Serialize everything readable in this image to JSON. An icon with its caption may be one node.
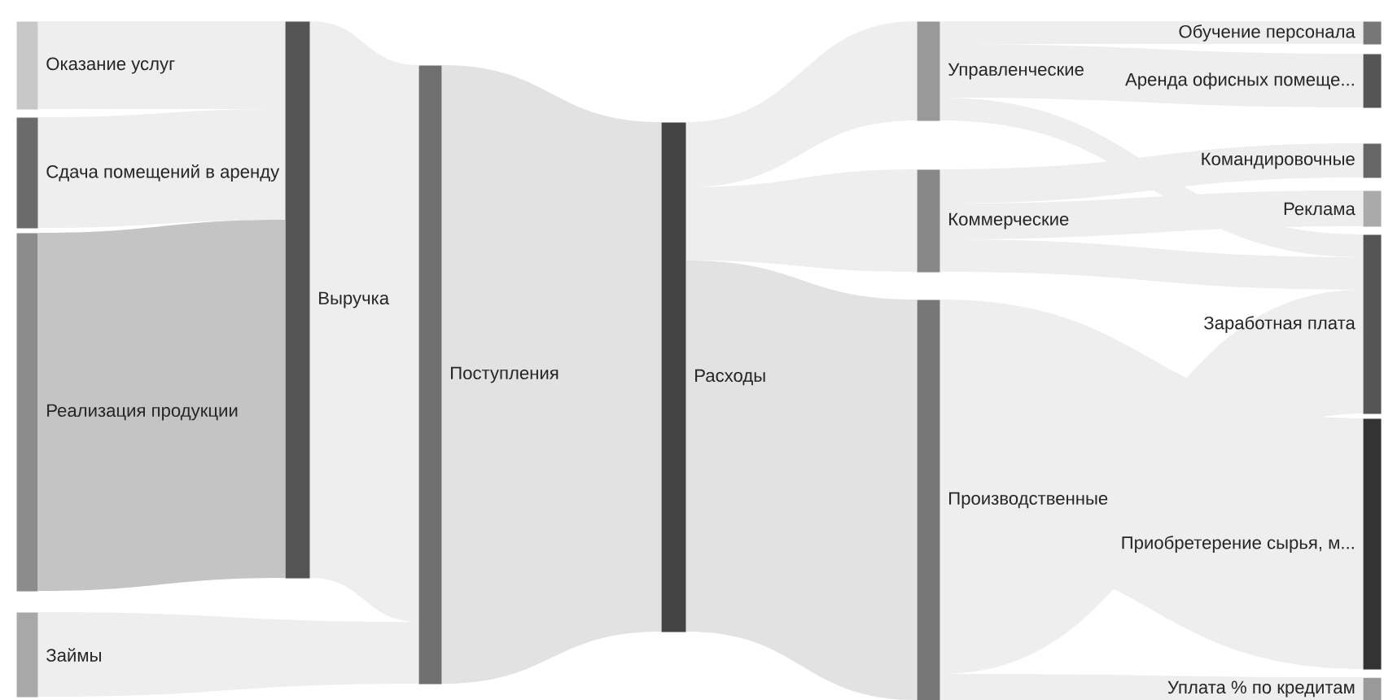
{
  "diagram": {
    "nodes": [
      {
        "text": [
          "Оказание услуг"
        ]
      },
      {
        "text": [
          "Сдача помещений в аренду"
        ]
      },
      {
        "text": [
          "Реализация продукции"
        ]
      },
      {
        "text": [
          "Займы"
        ]
      },
      {
        "text": [
          "Выручка"
        ]
      },
      {
        "text": [
          "Поступления"
        ]
      },
      {
        "text": [
          "Расходы"
        ]
      },
      {
        "text": [
          "Управленческие"
        ]
      },
      {
        "text": [
          "Коммерческие"
        ]
      },
      {
        "text": [
          "Производственные"
        ]
      },
      {
        "text": [
          "Обучение персонала"
        ]
      },
      {
        "text": [
          "Аренда офисных помеще..."
        ]
      },
      {
        "text": [
          "Командировочные"
        ]
      },
      {
        "text": [
          "Реклама"
        ]
      },
      {
        "text": [
          "Заработная плата"
        ]
      },
      {
        "text": [
          "Приобретерение сырья, м..."
        ]
      },
      {
        "text": [
          "Уплата % по кредитам"
        ]
      }
    ],
    "edges": [
      {
        "from": 0,
        "to": 4,
        "arrow": "none"
      },
      {
        "from": 1,
        "to": 4,
        "arrow": "none"
      },
      {
        "from": 2,
        "to": 4,
        "arrow": "none",
        "color": "#c4c4c4"
      },
      {
        "from": 4,
        "to": 5,
        "arrow": "none"
      },
      {
        "from": 3,
        "to": 5,
        "arrow": "none"
      },
      {
        "from": 5,
        "to": 6,
        "arrow": "none",
        "color": "#e2e2e2"
      },
      {
        "from": 6,
        "to": 7,
        "arrow": "none"
      },
      {
        "from": 6,
        "to": 8,
        "arrow": "none"
      },
      {
        "from": 6,
        "to": 9,
        "arrow": "none",
        "color": "#e2e2e2"
      },
      {
        "from": 7,
        "to": 10,
        "arrow": "none"
      },
      {
        "from": 7,
        "to": 11,
        "arrow": "none"
      },
      {
        "from": 7,
        "to": 14,
        "arrow": "none"
      },
      {
        "from": 8,
        "to": 12,
        "arrow": "none"
      },
      {
        "from": 8,
        "to": 13,
        "arrow": "none"
      },
      {
        "from": 8,
        "to": 14,
        "arrow": "none"
      },
      {
        "from": 9,
        "to": 15,
        "arrow": "none"
      },
      {
        "from": 9,
        "to": 14,
        "arrow": "none"
      },
      {
        "from": 9,
        "to": 16,
        "arrow": "none"
      }
    ]
  }
}
